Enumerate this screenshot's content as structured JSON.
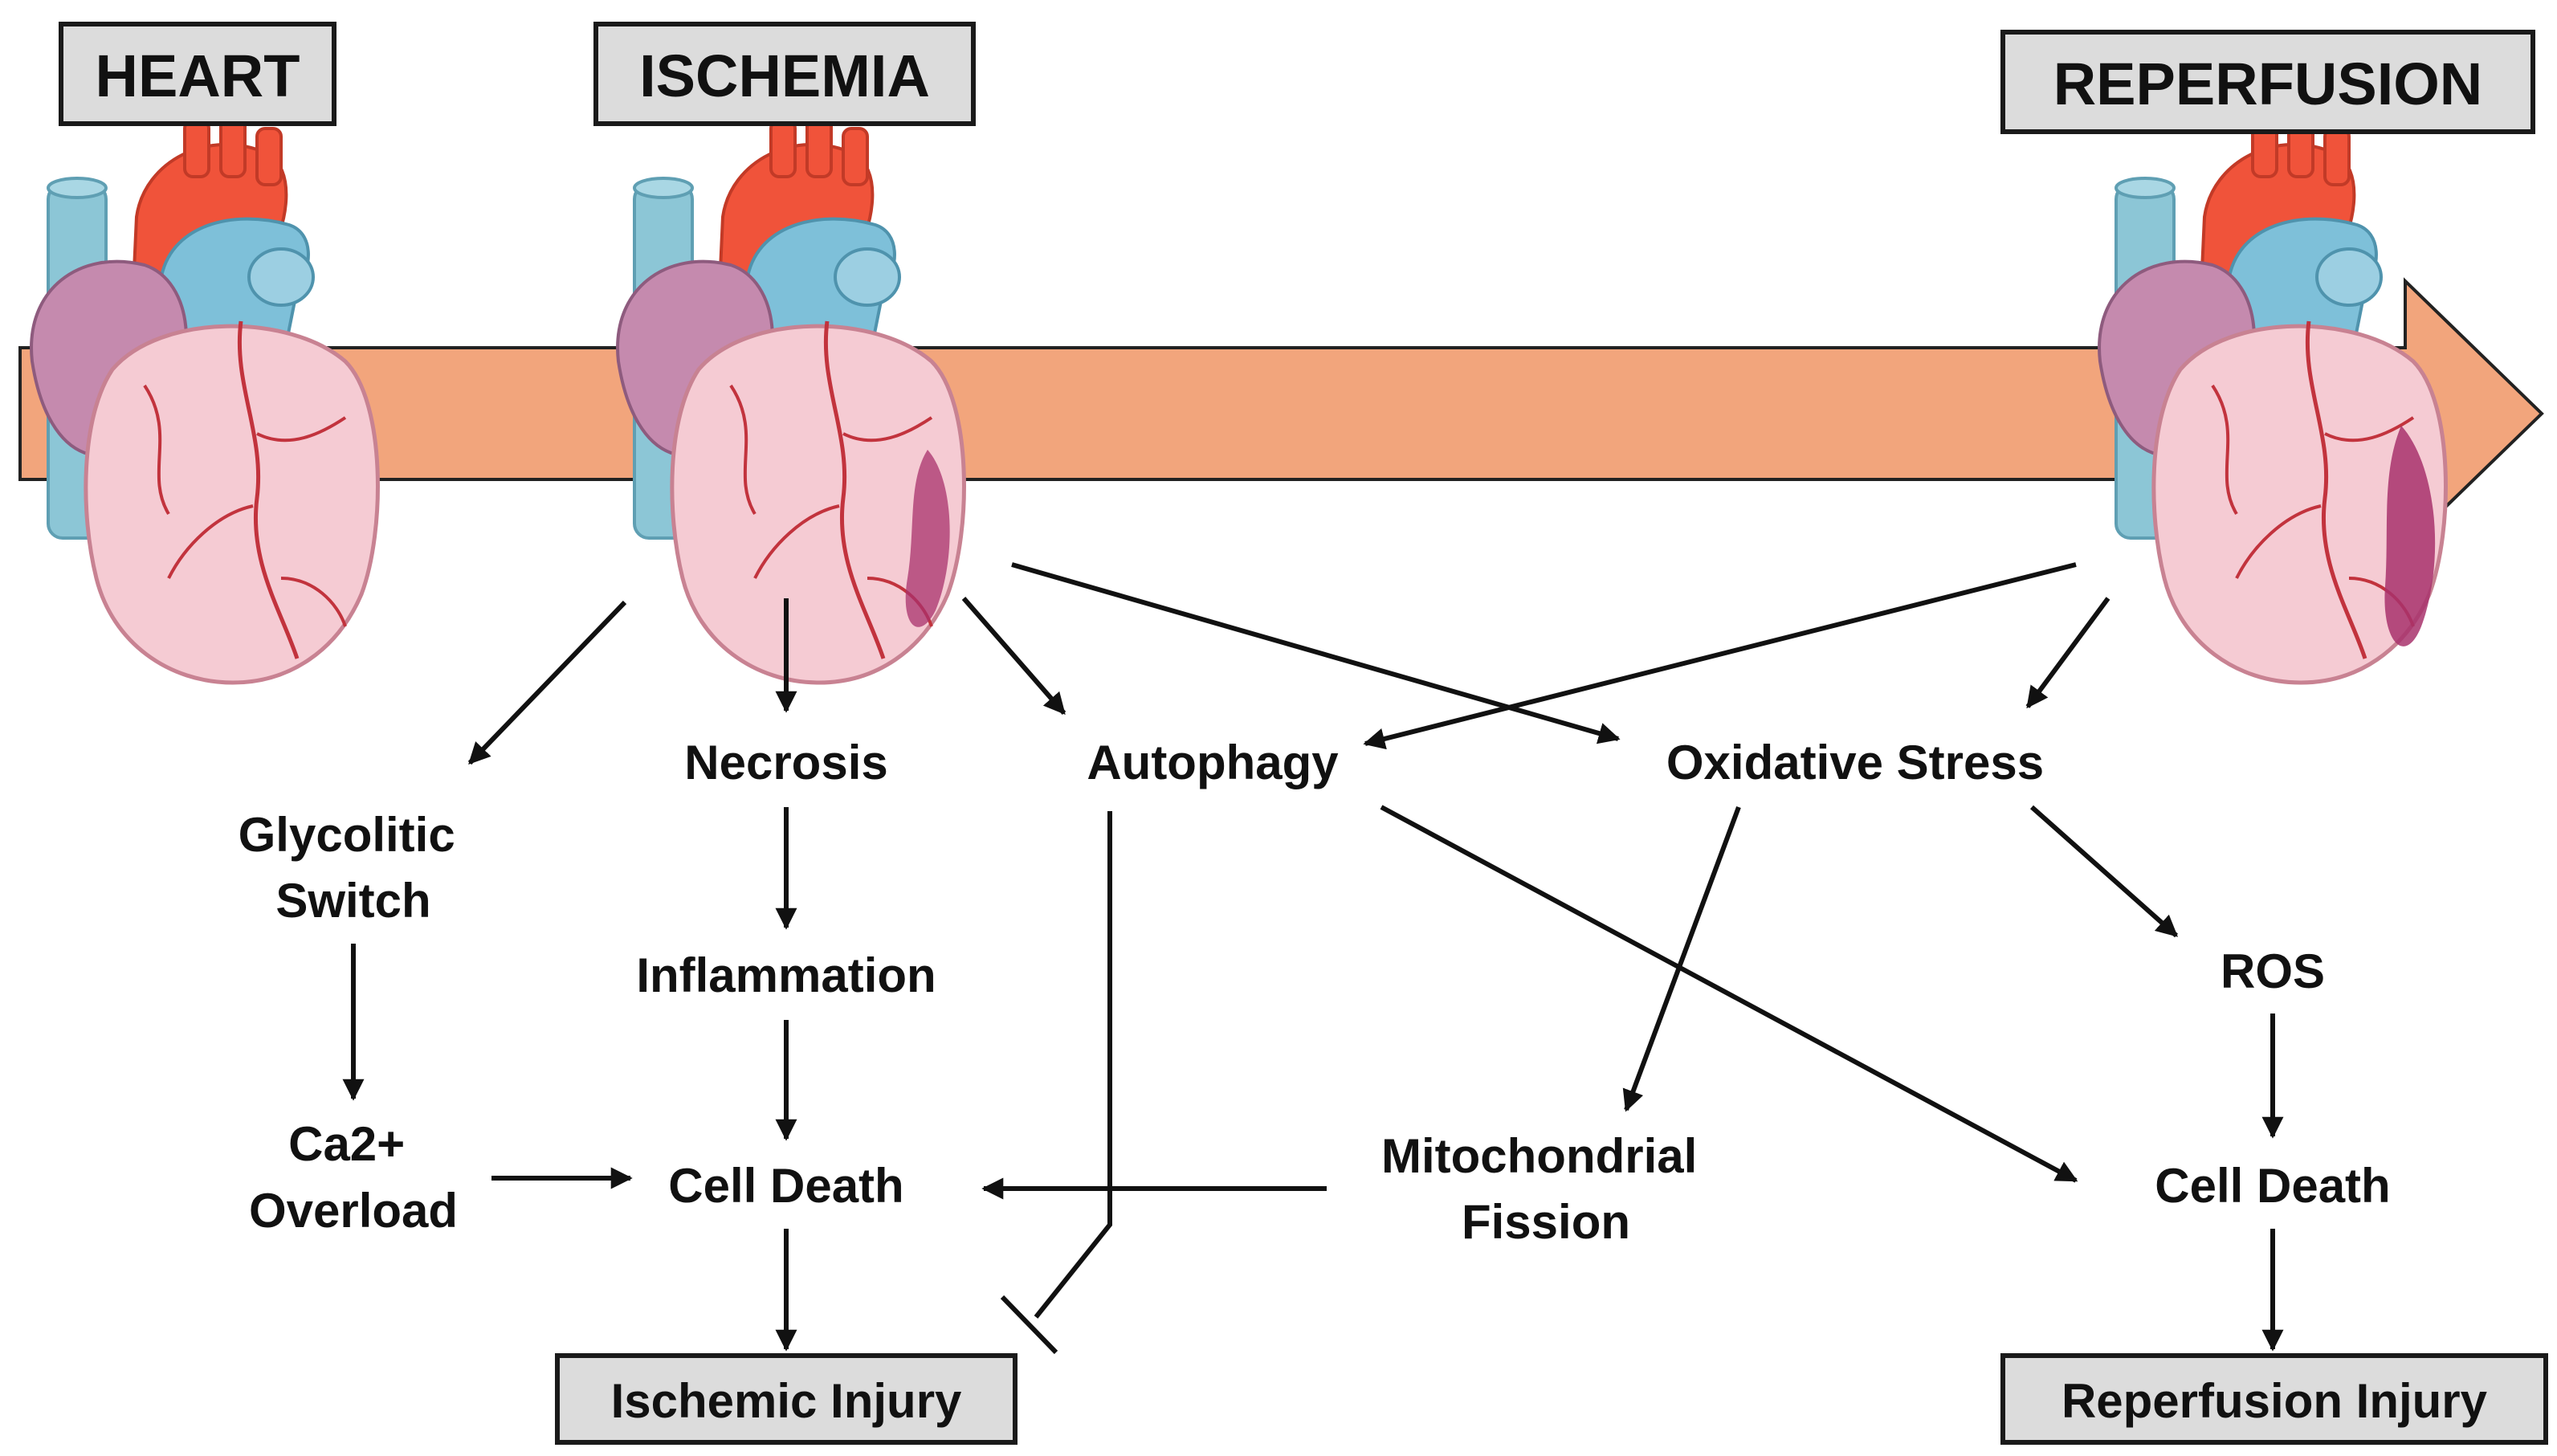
{
  "stages": {
    "heart": "HEART",
    "ischemia": "ISCHEMIA",
    "reperfusion": "REPERFUSION"
  },
  "nodes": {
    "glycolitic": [
      "Glycolitic",
      "Switch"
    ],
    "necrosis": "Necrosis",
    "autophagy": "Autophagy",
    "oxidative_stress": "Oxidative Stress",
    "inflammation": "Inflammation",
    "ros": "ROS",
    "ca_overload": [
      "Ca2+",
      "Overload"
    ],
    "cell_death_ischemic": "Cell Death",
    "mitochondrial_fission": [
      "Mitochondrial",
      "Fission"
    ],
    "cell_death_reperfusion": "Cell Death",
    "ischemic_injury": "Ischemic Injury",
    "reperfusion_injury": "Reperfusion Injury"
  },
  "colors": {
    "timeline_arrow": "#f2a57c",
    "aorta": "#f0533a",
    "vena_cava": "#8cc6d6",
    "pulmonary": "#7ec0d9",
    "atrium": "#c58aae",
    "ventricle": "#f5cbd3",
    "coronary": "#c2333d",
    "infarct": "#a8326c",
    "box_fill": "#dcdcdc"
  },
  "icons": [
    "heart-illustration-healthy",
    "heart-illustration-ischemic",
    "heart-illustration-reperfused"
  ]
}
